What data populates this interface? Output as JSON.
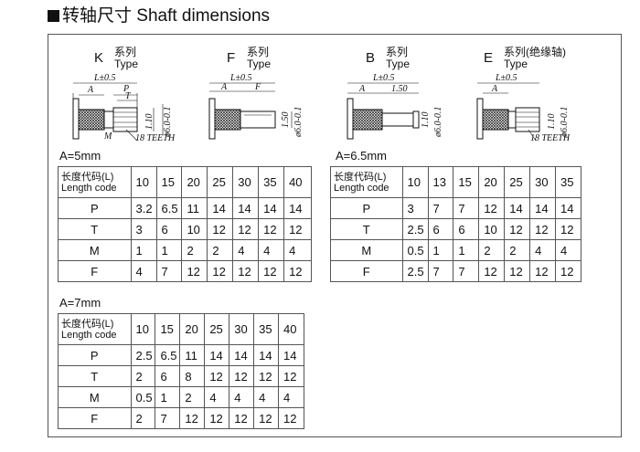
{
  "title": "转轴尺寸 Shaft dimensions",
  "types": [
    {
      "letter": "K",
      "cn": "系列",
      "en": "Type"
    },
    {
      "letter": "F",
      "cn": "系列",
      "en": "Type"
    },
    {
      "letter": "B",
      "cn": "系列",
      "en": "Type"
    },
    {
      "letter": "E",
      "cn": "系列(绝缘轴)",
      "en": "Type"
    }
  ],
  "dims": {
    "l": "L±0.5",
    "a": "A",
    "p": "P",
    "t": "T",
    "m": "M",
    "f": "F",
    "teeth": "18 TEETH",
    "d110": "1.10",
    "d150": "1.50",
    "d6": "ø6.0-0.1",
    "b150": "1.50"
  },
  "tables": [
    {
      "label": "A=5mm",
      "header_cn": "长度代码(L)",
      "header_en": "Length code",
      "cols": [
        "10",
        "15",
        "20",
        "25",
        "30",
        "35",
        "40"
      ],
      "rows": [
        {
          "label": "P",
          "values": [
            "3.2",
            "6.5",
            "11",
            "14",
            "14",
            "14",
            "14"
          ]
        },
        {
          "label": "T",
          "values": [
            "3",
            "6",
            "10",
            "12",
            "12",
            "12",
            "12"
          ]
        },
        {
          "label": "M",
          "values": [
            "1",
            "1",
            "2",
            "2",
            "4",
            "4",
            "4"
          ]
        },
        {
          "label": "F",
          "values": [
            "4",
            "7",
            "12",
            "12",
            "12",
            "12",
            "12"
          ]
        }
      ]
    },
    {
      "label": "A=6.5mm",
      "header_cn": "长度代码(L)",
      "header_en": "Length code",
      "cols": [
        "10",
        "13",
        "15",
        "20",
        "25",
        "30",
        "35"
      ],
      "rows": [
        {
          "label": "P",
          "values": [
            "3",
            "7",
            "7",
            "12",
            "14",
            "14",
            "14"
          ]
        },
        {
          "label": "T",
          "values": [
            "2.5",
            "6",
            "6",
            "10",
            "12",
            "12",
            "12"
          ]
        },
        {
          "label": "M",
          "values": [
            "0.5",
            "1",
            "1",
            "2",
            "2",
            "4",
            "4"
          ]
        },
        {
          "label": "F",
          "values": [
            "2.5",
            "7",
            "7",
            "12",
            "12",
            "12",
            "12"
          ]
        }
      ]
    },
    {
      "label": "A=7mm",
      "header_cn": "长度代码(L)",
      "header_en": "Length code",
      "cols": [
        "10",
        "15",
        "20",
        "25",
        "30",
        "35",
        "40"
      ],
      "rows": [
        {
          "label": "P",
          "values": [
            "2.5",
            "6.5",
            "11",
            "14",
            "14",
            "14",
            "14"
          ]
        },
        {
          "label": "T",
          "values": [
            "2",
            "6",
            "8",
            "12",
            "12",
            "12",
            "12"
          ]
        },
        {
          "label": "M",
          "values": [
            "0.5",
            "1",
            "2",
            "4",
            "4",
            "4",
            "4"
          ]
        },
        {
          "label": "F",
          "values": [
            "2",
            "7",
            "12",
            "12",
            "12",
            "12",
            "12"
          ]
        }
      ]
    }
  ]
}
